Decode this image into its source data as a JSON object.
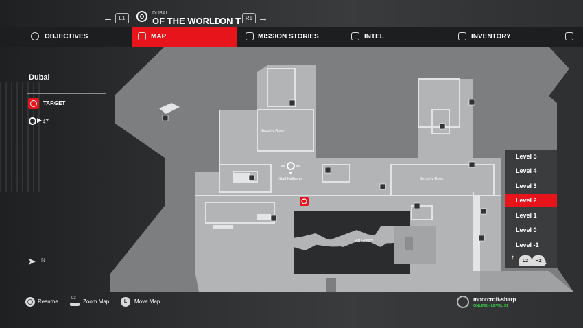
{
  "header": {
    "l1": "L1",
    "r1": "R1",
    "location_small": "DUBAI",
    "title_left": "OF THE WORLD",
    "title_right": "ON T"
  },
  "tabs": [
    {
      "label": "OBJECTIVES",
      "icon": "objectives-icon"
    },
    {
      "label": "MAP",
      "icon": "map-icon"
    },
    {
      "label": "MISSION STORIES",
      "icon": "mission-stories-icon"
    },
    {
      "label": "INTEL",
      "icon": "intel-icon"
    },
    {
      "label": "INVENTORY",
      "icon": "inventory-icon"
    }
  ],
  "sidebar": {
    "location": "Dubai",
    "target_label": "TARGET",
    "player_count": "47"
  },
  "compass": {
    "letter": "N"
  },
  "map_labels": {
    "security_room_1": "Security Room",
    "staff_hallways": "Staff Hallways",
    "security_room_2": "Security Room",
    "art_gallery": "Art Gallery"
  },
  "levels": [
    "Level 5",
    "Level 4",
    "Level 3",
    "Level 2",
    "Level 1",
    "Level 0",
    "Level -1"
  ],
  "active_level": "Level 2",
  "level_buttons": {
    "l2": "L2",
    "r2": "R2"
  },
  "controls": {
    "resume": "Resume",
    "zoom": "Zoom Map",
    "zoom_btn": "L3",
    "move": "Move Map",
    "move_btn": "L"
  },
  "profile": {
    "name": "moorcroft-sharp",
    "status": "ONLINE - LEVEL 31"
  },
  "colors": {
    "accent": "#e8141c",
    "map_floor": "#b3b4b6",
    "map_wall": "#d9dadc",
    "void": "#2b2c2e",
    "online": "#38d14a"
  }
}
